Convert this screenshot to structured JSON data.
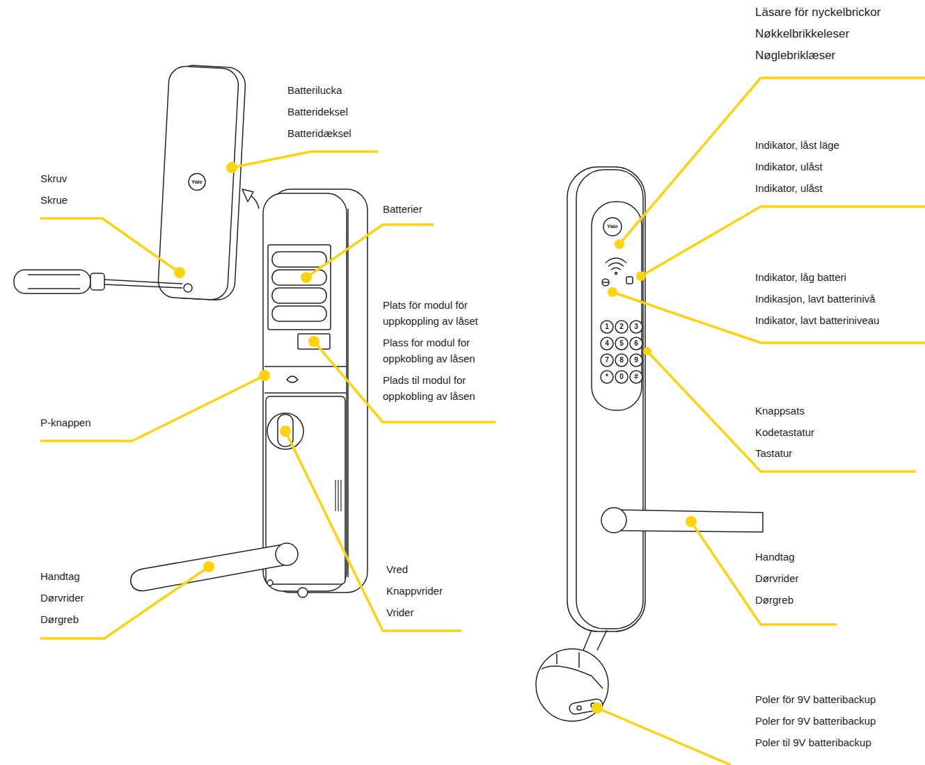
{
  "diagram": {
    "labels": [
      "Läsare för nyckelbrickor",
      "Nøkkelbrikkeleser",
      "Nøglebriklæser",
      "Batterilucka",
      "Batterideksel",
      "Batteridæksel",
      "Indikator, låst läge",
      "Indikator, ulåst",
      "Indikator, ulåst",
      "Skruv",
      "Skrue",
      "Batterier",
      "Yale",
      "Yale",
      "Indikator, låg batteri",
      "Indikasjon, lavt batterinivå",
      "Indikator, lavt batteriniveau",
      "Plats för modul för uppkoppling av låset",
      "Plass for modul for oppkobling av låsen",
      "Plads til modul for oppkobling av låsen",
      "1",
      "2",
      "3",
      "4",
      "5",
      "6",
      "7",
      "8",
      "9",
      "*",
      "0",
      "#",
      "P-knappen",
      "Knappsats",
      "Kodetastatur",
      "Tastatur",
      "Handtag",
      "Dørvrider",
      "Dørgreb",
      "Vred",
      "Knappvrider",
      "Vrider",
      "Handtag",
      "Dørvrider",
      "Dørgreb",
      "Poler för 9V batteribackup",
      "Poler for 9V batteribackup",
      "Poler til 9V batteribackup"
    ]
  }
}
